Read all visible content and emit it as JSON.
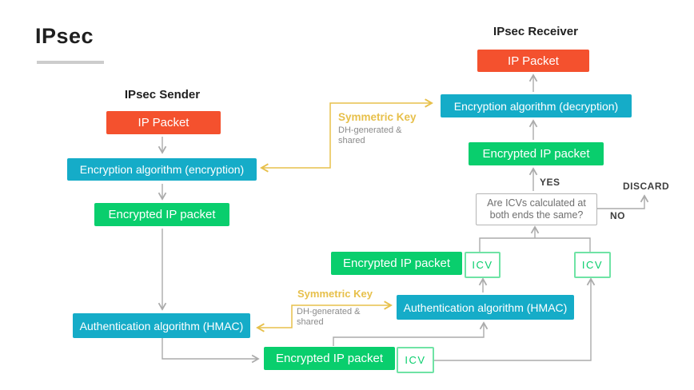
{
  "title": "IPsec",
  "colors": {
    "orange": "#F4512E",
    "teal": "#15ACC8",
    "green": "#09CE6D",
    "gold": "#E7C04B",
    "line-gray": "#ABABAB",
    "text-dark": "#1F1F1F",
    "text-gray": "#8B8B8B",
    "label-dark": "#3F3F3F",
    "question-text": "#6F6F6F",
    "question-border": "#B5B5B5",
    "underline-gray": "#CCCCCC",
    "icv-border": "#6FE3A5"
  },
  "sender": {
    "heading": "IPsec Sender",
    "ip_packet": "IP Packet",
    "encryption_algorithm": "Encryption algorithm (encryption)",
    "encrypted_packet": "Encrypted IP packet",
    "hmac_algorithm": "Authentication algorithm (HMAC)"
  },
  "receiver": {
    "heading": "IPsec Receiver",
    "ip_packet": "IP Packet",
    "decryption_algorithm": "Encryption algorithm (decryption)",
    "encrypted_packet": "Encrypted IP packet",
    "question_line1": "Are ICVs calculated at",
    "question_line2": "both ends the same?",
    "yes": "YES",
    "no": "NO",
    "discard": "DISCARD",
    "hmac_algorithm": "Authentication algorithm (HMAC)",
    "icv_left": "ICV",
    "icv_right": "ICV"
  },
  "middle": {
    "encrypted_packet": "Encrypted IP packet",
    "icv": "ICV"
  },
  "sym_key_top": {
    "title": "Symmetric Key",
    "line1": "DH-generated &",
    "line2": "shared"
  },
  "sym_key_bottom": {
    "title": "Symmetric Key",
    "line1": "DH-generated &",
    "line2": "shared"
  }
}
